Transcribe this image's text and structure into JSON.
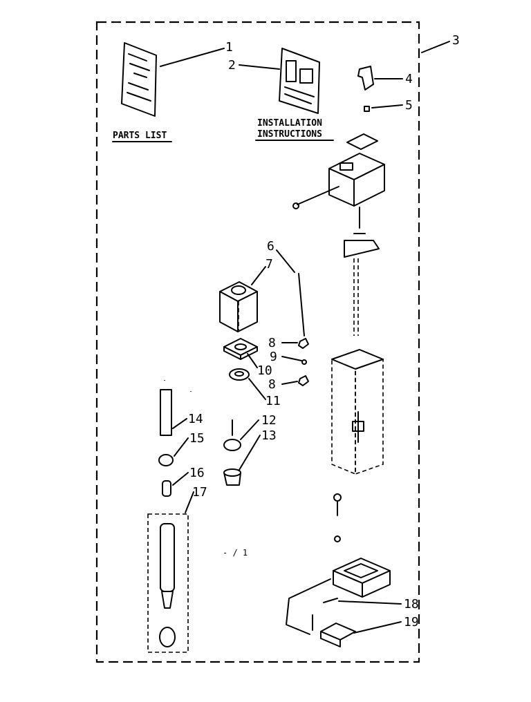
{
  "labels": {
    "parts_list": "PARTS LIST",
    "installation_line1": "INSTALLATION",
    "installation_line2": "INSTRUCTIONS",
    "stray_mark": "- / 1"
  },
  "callouts": [
    "1",
    "2",
    "3",
    "4",
    "5",
    "6",
    "7",
    "8",
    "9",
    "10",
    "8",
    "11",
    "12",
    "13",
    "14",
    "15",
    "16",
    "17",
    "18",
    "19"
  ]
}
